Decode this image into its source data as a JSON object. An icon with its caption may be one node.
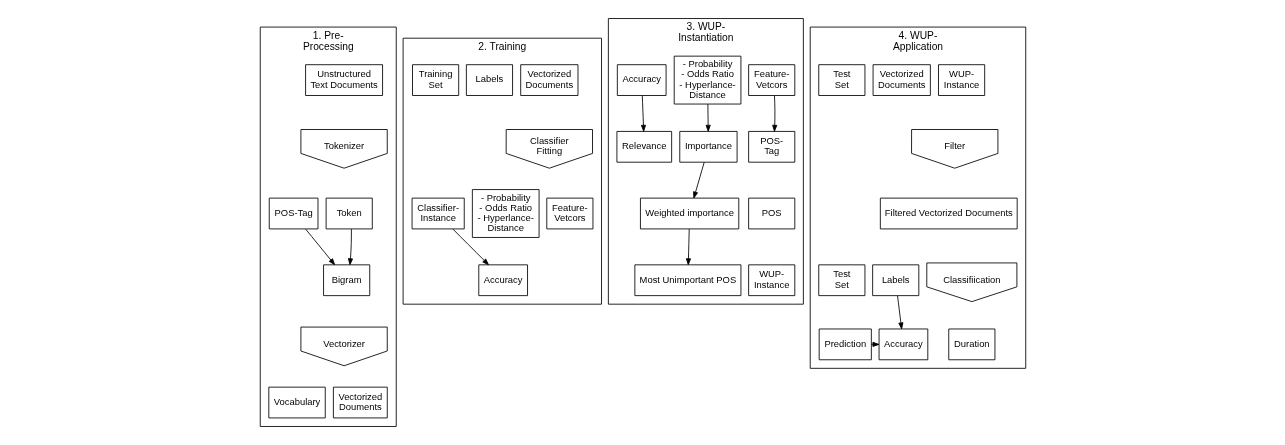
{
  "diagram": {
    "nodes": [
      {
        "text": [
          "1. Pre-Processing"
        ]
      },
      {
        "text": [
          "Unstructured Text Documents"
        ],
        "in": 0
      },
      {
        "text": [
          "Tokenizer"
        ],
        "in": 0
      },
      {
        "text": [
          "Token"
        ],
        "in": 0
      },
      {
        "text": [
          "POS-Tag"
        ],
        "in": 0
      },
      {
        "text": [
          "Bigram"
        ],
        "in": 0
      },
      {
        "text": [
          "Vectorizer"
        ],
        "in": 0
      },
      {
        "text": [
          "Vectorized Douments"
        ],
        "in": 0
      },
      {
        "text": [
          "Vocabulary"
        ],
        "in": 0
      },
      {
        "text": [
          "2. Training"
        ]
      },
      {
        "text": [
          "Vectorized Documents"
        ],
        "in": 9
      },
      {
        "text": [
          "Labels"
        ],
        "in": 9
      },
      {
        "text": [
          "Training Set"
        ],
        "in": 9
      },
      {
        "text": [
          "Classifier Fitting"
        ],
        "in": 9
      },
      {
        "text": [
          "Feature-Vetcors"
        ],
        "in": 9
      },
      {
        "text": [
          "- Probability",
          "- Odds Ratio",
          "- Hyperlance-Distance"
        ],
        "in": 9
      },
      {
        "text": [
          "Classifier-Instance"
        ],
        "in": 9
      },
      {
        "text": [
          "Accuracy"
        ],
        "in": 9
      },
      {
        "text": [
          "3. WUP-Instantiation"
        ]
      },
      {
        "text": [
          "Feature-Vetcors"
        ],
        "in": 18
      },
      {
        "text": [
          "- Probability",
          "- Odds Ratio",
          "- Hyperlance-Distance"
        ],
        "in": 18
      },
      {
        "text": [
          "Accuracy"
        ],
        "in": 18
      },
      {
        "text": [
          "POS-Tag"
        ],
        "in": 18
      },
      {
        "text": [
          "Importance"
        ],
        "in": 18
      },
      {
        "text": [
          "Relevance"
        ],
        "in": 18
      },
      {
        "text": [
          "POS"
        ],
        "in": 18
      },
      {
        "text": [
          "Weighted importance"
        ],
        "in": 18
      },
      {
        "text": [
          "WUP-Instance"
        ],
        "in": 18
      },
      {
        "text": [
          "Most Unimportant POS"
        ],
        "in": 18
      },
      {
        "text": [
          "4. WUP-Application"
        ]
      },
      {
        "text": [
          "WUP-Instance"
        ],
        "in": 29
      },
      {
        "text": [
          "Vectorized Documents"
        ],
        "in": 29
      },
      {
        "text": [
          "Test Set"
        ],
        "in": 29
      },
      {
        "text": [
          "Filter"
        ],
        "in": 29
      },
      {
        "text": [
          "Filtered Vectorized Documents"
        ],
        "in": 29
      },
      {
        "text": [
          "Classifiication"
        ],
        "in": 29
      },
      {
        "text": [
          "Labels"
        ],
        "in": 29
      },
      {
        "text": [
          "Test Set"
        ],
        "in": 29
      },
      {
        "text": [
          "Duration"
        ],
        "in": 29
      },
      {
        "text": [
          "Prediction"
        ],
        "in": 29
      },
      {
        "text": [
          "Accuracy"
        ],
        "in": 29
      }
    ],
    "edges": [
      {
        "from": 3,
        "to": 5,
        "arrow": "to"
      },
      {
        "from": 4,
        "to": 5,
        "arrow": "to"
      },
      {
        "from": 16,
        "to": 17,
        "arrow": "to"
      },
      {
        "from": 19,
        "to": 22,
        "arrow": "to"
      },
      {
        "from": 20,
        "to": 23,
        "arrow": "to"
      },
      {
        "from": 21,
        "to": 24,
        "arrow": "to"
      },
      {
        "from": 23,
        "to": 26,
        "arrow": "to"
      },
      {
        "from": 26,
        "to": 28,
        "arrow": "to"
      },
      {
        "from": 36,
        "to": 40,
        "arrow": "to"
      },
      {
        "from": 39,
        "to": 40,
        "arrow": "to"
      }
    ]
  }
}
